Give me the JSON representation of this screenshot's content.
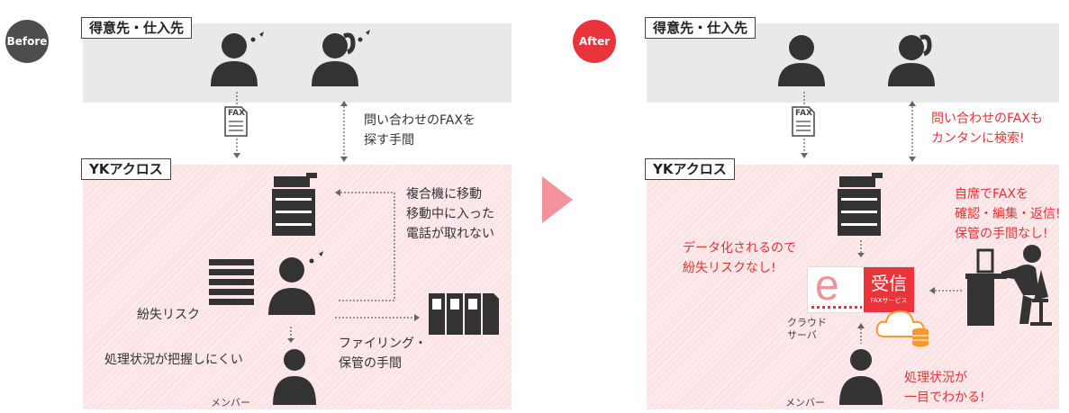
{
  "before": {
    "badge": "Before",
    "partner_label": "得意先・仕入先",
    "company_label": "YKアクロス",
    "fax_icon_label": "FAX",
    "search_note": [
      "問い合わせのFAXを",
      "探す手間"
    ],
    "mfp_note": [
      "複合機に移動",
      "移動中に入った",
      "電話が取れない"
    ],
    "loss_label": "紛失リスク",
    "status_label": "処理状況が把握しにくい",
    "filing_note": [
      "ファイリング・",
      "保管の手間"
    ],
    "member_label": "メンバー"
  },
  "after": {
    "badge": "After",
    "partner_label": "得意先・仕入先",
    "company_label": "YKアクロス",
    "fax_icon_label": "FAX",
    "search_note": [
      "問い合わせのFAXも",
      "カンタンに検索!"
    ],
    "desk_note": [
      "自席でFAXを",
      "確認・編集・返信!",
      "保管の手間なし!"
    ],
    "data_note": [
      "データ化されるので",
      "紛失リスクなし!"
    ],
    "logo": {
      "e": "e",
      "word": "受信",
      "sub": "FAXサービス"
    },
    "cloud_label": [
      "クラウド",
      "サーバ"
    ],
    "status_note": [
      "処理状況が",
      "一目でわかる!"
    ],
    "member_label": "メンバー"
  },
  "colors": {
    "before_badge": "#4d4d4d",
    "after_badge": "#e8343a",
    "arrow": "#f2939c",
    "accent_red": "#e23434",
    "pink_bg": "#fbe3e6",
    "gray_bg": "#e9e9e9",
    "cloud": "#f39a2b"
  }
}
